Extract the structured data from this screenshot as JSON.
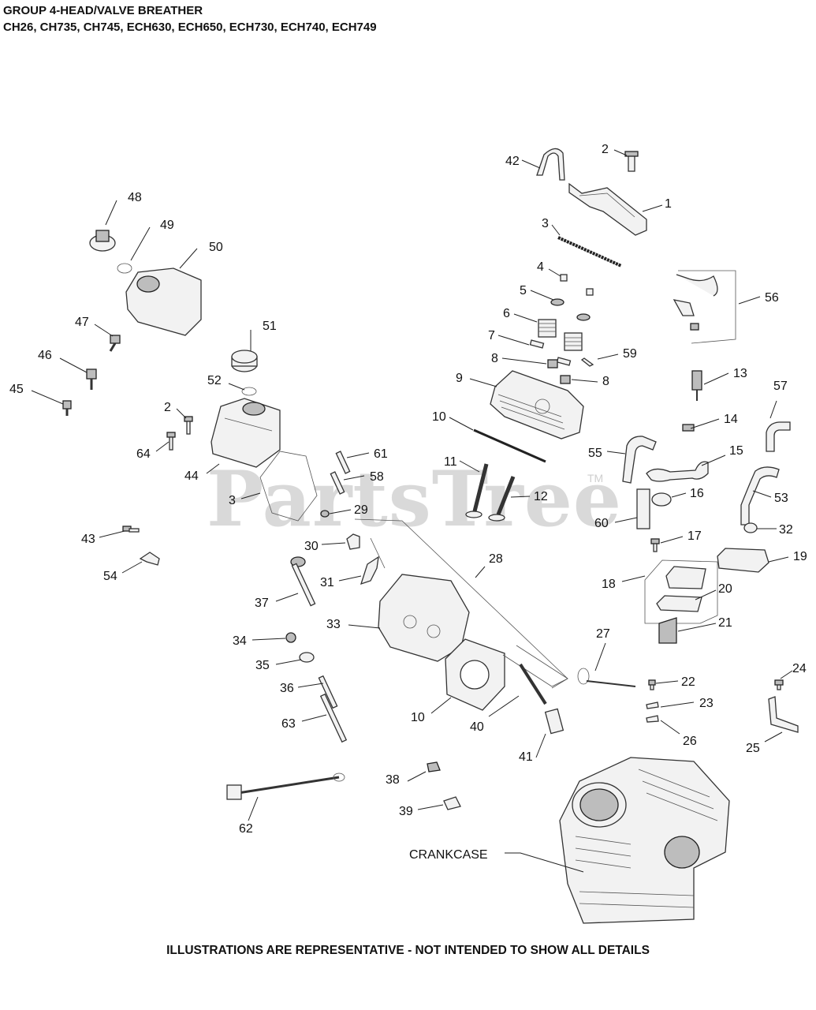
{
  "header": {
    "title_line1": "GROUP 4-HEAD/VALVE BREATHER",
    "title_line2": "CH26, CH735, CH745, ECH630,  ECH650,  ECH730, ECH740, ECH749"
  },
  "footer": {
    "note": "ILLUSTRATIONS ARE REPRESENTATIVE - NOT INTENDED TO SHOW ALL DETAILS"
  },
  "watermark": {
    "text": "PartsTree",
    "tm": "TM"
  },
  "callouts": {
    "c1": "1",
    "c2a": "2",
    "c3a": "3",
    "c4": "4",
    "c5": "5",
    "c6": "6",
    "c7": "7",
    "c8a": "8",
    "c8b": "8",
    "c9": "9",
    "c10a": "10",
    "c11": "11",
    "c12": "12",
    "c13": "13",
    "c14": "14",
    "c15": "15",
    "c16": "16",
    "c17": "17",
    "c18": "18",
    "c19": "19",
    "c20": "20",
    "c21": "21",
    "c22": "22",
    "c23": "23",
    "c24": "24",
    "c25": "25",
    "c26": "26",
    "c27": "27",
    "c28": "28",
    "c29": "29",
    "c30": "30",
    "c31": "31",
    "c32": "32",
    "c33": "33",
    "c34": "34",
    "c35": "35",
    "c36": "36",
    "c37": "37",
    "c38": "38",
    "c39": "39",
    "c40": "40",
    "c41": "41",
    "c42": "42",
    "c43": "43",
    "c44": "44",
    "c45": "45",
    "c46": "46",
    "c47": "47",
    "c48": "48",
    "c49": "49",
    "c50": "50",
    "c51": "51",
    "c52": "52",
    "c53": "53",
    "c54": "54",
    "c55": "55",
    "c56": "56",
    "c57": "57",
    "c58": "58",
    "c59": "59",
    "c60": "60",
    "c61": "61",
    "c62": "62",
    "c63": "63",
    "c64": "64",
    "c2b": "2",
    "c3b": "3",
    "c10b": "10",
    "crankcase": "CRANKCASE"
  }
}
